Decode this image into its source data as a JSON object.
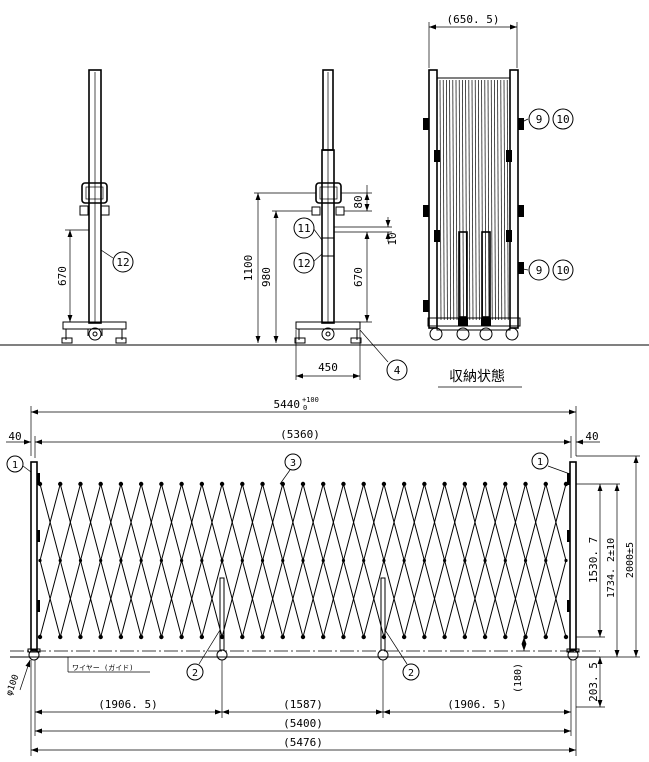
{
  "labels": {
    "storage_state": "収納状態",
    "wire_guide": "ワイヤー (ガイド)"
  },
  "dimensions": {
    "folded_width": "(650. 5)",
    "side_height_1100": "1100",
    "side_height_980": "980",
    "side_670_a": "670",
    "side_670_b": "670",
    "side_80": "80",
    "side_10": "10",
    "base_450": "450",
    "overall_length": "5440",
    "overall_tol_upper": "+100",
    "overall_tol_lower": "0",
    "inner_length": "(5360)",
    "end_left": "40",
    "end_right": "40",
    "seg_left": "(1906. 5)",
    "seg_mid": "(1587)",
    "seg_right": "(1906. 5)",
    "floor_length": "(5400)",
    "full_length": "(5476)",
    "height_1530": "1530. 7",
    "height_1734": "1734. 2±10",
    "height_2000": "2000±5",
    "height_203": "203. 5",
    "wheel_dia": "φ100",
    "clearance_180": "(180)"
  },
  "balloons": {
    "b1_left": "1",
    "b1_right": "1",
    "b2_left": "2",
    "b2_right": "2",
    "b3": "3",
    "b4": "4",
    "b9_top": "9",
    "b10_top": "10",
    "b9_bot": "9",
    "b10_bot": "10",
    "b11": "11",
    "b12_left": "12",
    "b12_mid": "12"
  }
}
